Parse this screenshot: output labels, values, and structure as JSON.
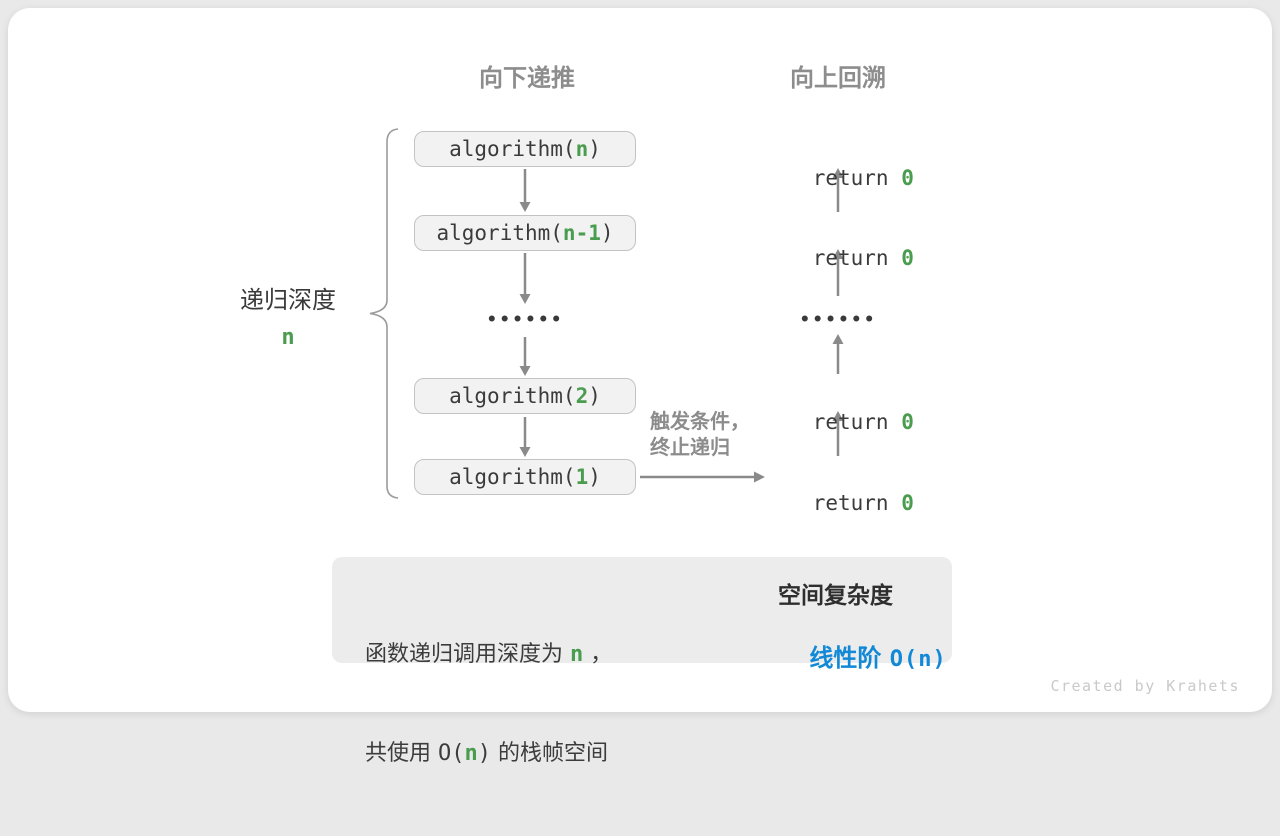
{
  "headers": {
    "down": "向下递推",
    "up": "向上回溯"
  },
  "depth_label": {
    "text": "递归深度",
    "value": "n"
  },
  "call_stack": {
    "boxes": [
      {
        "pre": "algorithm(",
        "arg": "n",
        "post": ")"
      },
      {
        "pre": "algorithm(",
        "arg": "n-1",
        "post": ")"
      },
      {
        "pre": "algorithm(",
        "arg": "2",
        "post": ")"
      },
      {
        "pre": "algorithm(",
        "arg": "1",
        "post": ")"
      }
    ],
    "ellipsis": "••••••"
  },
  "returns": {
    "items": [
      {
        "pre": "return ",
        "val": "0"
      },
      {
        "pre": "return ",
        "val": "0"
      },
      {
        "pre": "return ",
        "val": "0"
      },
      {
        "pre": "return ",
        "val": "0"
      }
    ],
    "ellipsis": "••••••"
  },
  "trigger": {
    "line1": "触发条件，",
    "line2": "终止递归"
  },
  "summary": {
    "left_line1": {
      "pre": "函数递归调用深度为 ",
      "n": "n",
      "post": " ，"
    },
    "left_line2": {
      "pre": "共使用 ",
      "code_pre": "O(",
      "n": "n",
      "code_post": ")",
      "post": " 的栈帧空间"
    },
    "right_title": "空间复杂度",
    "right_sub": {
      "cn": "线性阶 ",
      "code": "O(n)"
    }
  },
  "credit": "Created by Krahets",
  "colors": {
    "green": "#4a9c4e",
    "blue": "#1289d6",
    "arrow-gray": "#8a8a8a",
    "header-gray": "#8d8d8d",
    "text-dark": "#3b3b3b",
    "box-bg": "#f2f2f2",
    "box-border": "#c3c3c3",
    "summary-bg": "#ececec",
    "credit-gray": "#c9c9c9"
  }
}
